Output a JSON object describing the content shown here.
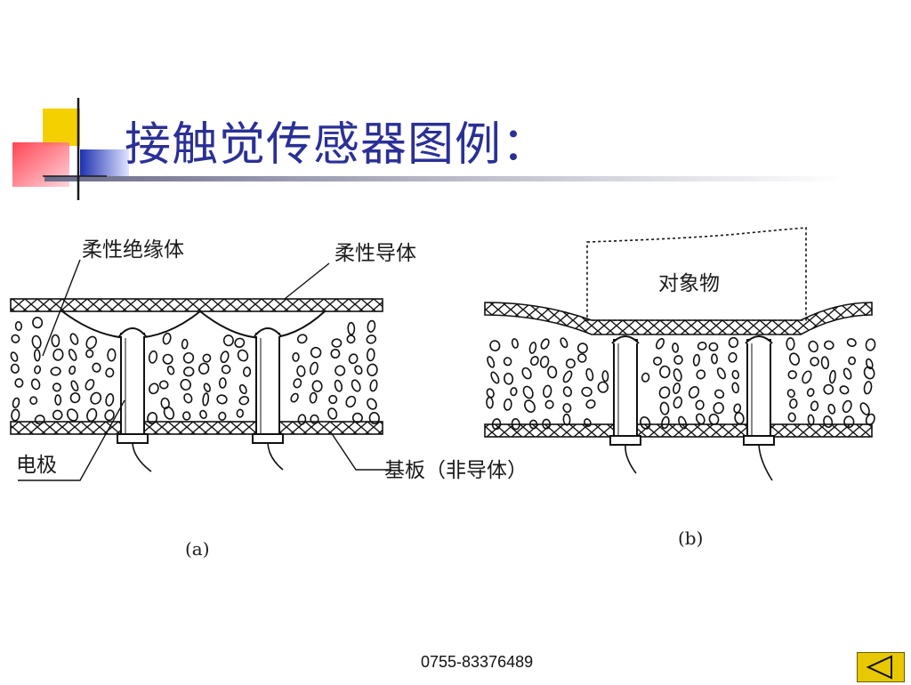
{
  "title": "接触觉传感器图例：",
  "diagram": {
    "a": {
      "label_insulator": "柔性绝缘体",
      "label_conductor": "柔性导体",
      "label_electrode": "电极",
      "label_substrate": "基板（非导体）",
      "caption": "(a)"
    },
    "b": {
      "label_object": "对象物",
      "caption": "(b)"
    }
  },
  "footer": {
    "phone": "0755-83376489",
    "back_icon": "back-triangle-icon"
  },
  "colors": {
    "title": "#2b3096",
    "deco_yellow": "#f5d000",
    "deco_blue": "#2f3fbf",
    "deco_red": "#e8303a",
    "nav_button": "#e8c800"
  }
}
